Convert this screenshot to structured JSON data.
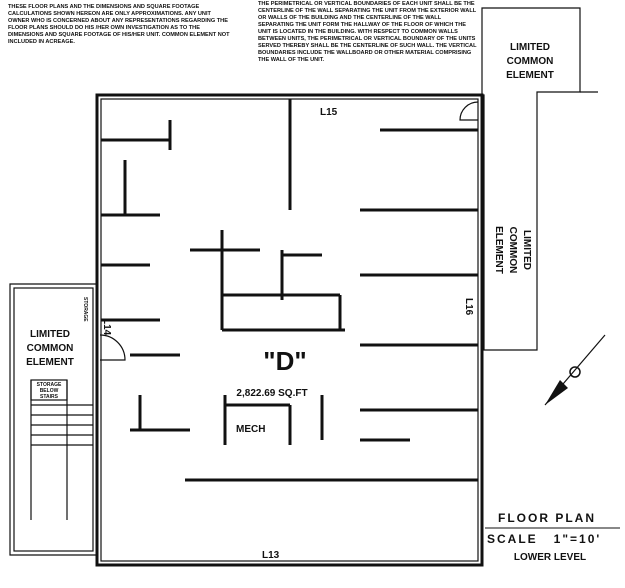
{
  "notes": {
    "left": "THESE FLOOR PLANS AND THE DIMENSIONS AND SQUARE FOOTAGE CALCULATIONS SHOWN HEREON ARE ONLY APPROXIMATIONS. ANY UNIT OWNER WHO IS CONCERNED ABOUT ANY REPRESENTATIONS REGARDING THE FLOOR PLANS SHOULD DO HIS /HER OWN INVESTIGATION AS TO THE DIMENSIONS AND SQUARE FOOTAGE OF HIS/HER UNIT. COMMON ELEMENT NOT INCLUDED IN ACREAGE.",
    "right": "THE PERIMETRICAL OR VERTICAL BOUNDARIES OF EACH UNIT SHALL BE THE CENTERLINE OF THE WALL SEPARATING THE UNIT FROM THE EXTERIOR WALL OR WALLS OF THE BUILDING AND THE CENTERLINE OF THE WALL SEPARATING THE UNIT FORM THE HALLWAY OF THE FLOOR OF WHICH THE UNIT IS LOCATED IN THE BUILDING. WITH RESPECT TO COMMON WALLS BETWEEN UNITS, THE PERIMETRICAL OR VERTICAL BOUNDARY OF THE UNITS SERVED THEREBY SHALL BE THE CENTERLINE OF SUCH WALL. THE VERTICAL BOUNDARIES INCLUDE THE WALLBOARD OR OTHER MATERIAL COMPRISING THE WALL OF THE UNIT."
  },
  "plan": {
    "unit_name": "\"D\"",
    "area": "2,822.69 SQ.FT",
    "mech": "MECH",
    "lines": {
      "top": "L15",
      "right": "L16",
      "bottom": "L13",
      "left": "L14"
    },
    "common_top": [
      "LIMITED",
      "COMMON",
      "ELEMENT"
    ],
    "common_right": [
      "LIMITED",
      "COMMON",
      "ELEMENT"
    ],
    "common_left": [
      "LIMITED",
      "COMMON",
      "ELEMENT"
    ],
    "storage": "STORAGE",
    "storage_stairs": [
      "STORAGE",
      "BELOW",
      "STAIRS"
    ]
  },
  "title_block": {
    "title": "FLOOR PLAN",
    "scale": "SCALE   1\"=10'",
    "level": "LOWER LEVEL"
  }
}
